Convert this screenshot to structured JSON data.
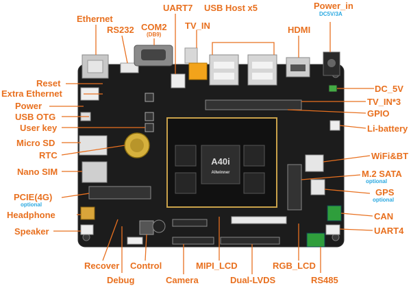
{
  "board": {
    "soc_label": "A40i",
    "soc_sub": "Allwinner"
  },
  "labels": {
    "ethernet": "Ethernet",
    "rs232": "RS232",
    "com2": "COM2",
    "com2_sub": "(DB9)",
    "uart7": "UART7",
    "usb_host": "USB Host x5",
    "tv_in": "TV_IN",
    "hdmi": "HDMI",
    "power_in": "Power_in",
    "power_in_sub": "DC5V/3A",
    "reset": "Reset",
    "extra_ethernet": "Extra Ethernet",
    "power": "Power",
    "usb_otg": "USB OTG",
    "user_key": "User key",
    "micro_sd": "Micro SD",
    "rtc": "RTC",
    "nano_sim": "Nano SIM",
    "pcie": "PCIE(4G)",
    "pcie_sub": "optional",
    "headphone": "Headphone",
    "speaker": "Speaker",
    "dc_5v": "DC_5V",
    "tv_in3": "TV_IN*3",
    "gpio": "GPIO",
    "li_battery": "Li-battery",
    "wifi_bt": "WiFi&BT",
    "m2_sata": "M.2 SATA",
    "m2_sata_sub": "optional",
    "gps": "GPS",
    "gps_sub": "optional",
    "can": "CAN",
    "uart4": "UART4",
    "rs485": "RS485",
    "recover": "Recover",
    "debug": "Debug",
    "control": "Control",
    "camera": "Camera",
    "mipi_lcd": "MIPI_LCD",
    "dual_lvds": "Dual-LVDS",
    "rgb_lcd": "RGB_LCD"
  },
  "colors": {
    "label": "#e8701f",
    "optional_note": "#29a8e0",
    "pcb": "#1c1c1c"
  }
}
